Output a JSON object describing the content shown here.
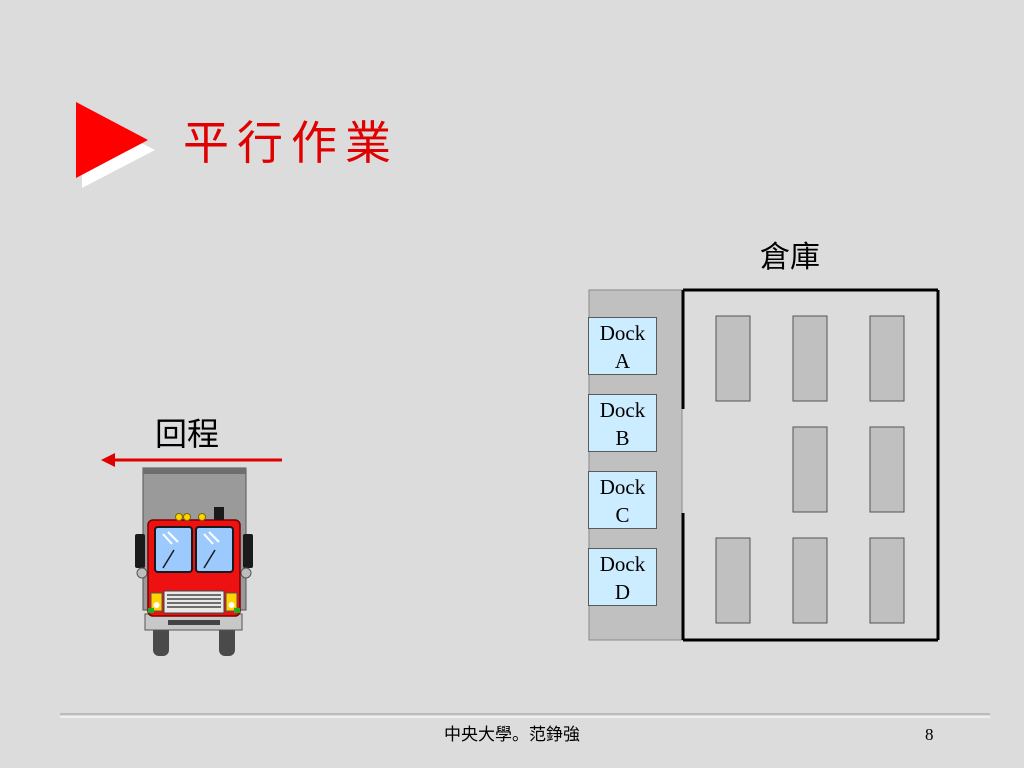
{
  "slide": {
    "title": "平行作業",
    "warehouse_label": "倉庫",
    "return_label": "回程",
    "docks": [
      {
        "line1": "Dock",
        "line2": "A"
      },
      {
        "line1": "Dock",
        "line2": "B"
      },
      {
        "line1": "Dock",
        "line2": "C"
      },
      {
        "line1": "Dock",
        "line2": "D"
      }
    ],
    "footer": "中央大學。范錚強",
    "page_number": "8"
  },
  "colors": {
    "background": "#dcdcdc",
    "title_red": "#e00000",
    "dock_fill": "#ccecff",
    "truck_red": "#ee1111",
    "rack_fill": "#c0c0c0"
  },
  "icons": {
    "bullet": "red-triangle-bullet-icon",
    "truck": "truck-front-icon",
    "arrow": "left-arrow-icon"
  }
}
